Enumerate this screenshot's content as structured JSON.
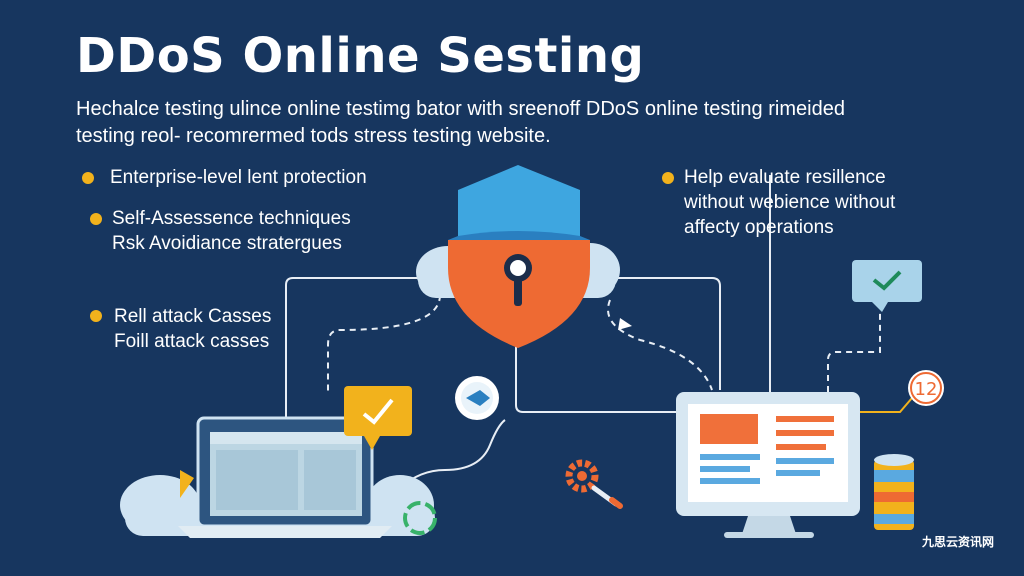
{
  "header": {
    "title": "DDoS Online Sesting",
    "intro_line1": "Hechalce testing ulince online testimg bator with sreenoff DDoS online testing rimeided",
    "intro_line2": "testing reol- recomrermed tods stress testing website."
  },
  "bullets": {
    "left_1": [
      "Enterprise-level lent protection"
    ],
    "left_2": [
      "Self-Assessence techniques",
      "Rsk Avoidiance stratergues"
    ],
    "left_3": [
      "Rell attack Casses",
      "Foill attack casses"
    ],
    "right_1": [
      "Help evaluate resillence",
      "without webience without",
      "affecty operations"
    ]
  },
  "badge": {
    "number": "12"
  },
  "watermark": "九思云资讯网",
  "colors": {
    "background": "#17365f",
    "accent_yellow": "#f2b21c",
    "shield_orange": "#ee6a33",
    "shield_blue": "#3ea6e0",
    "cloud": "#cfe3f2",
    "screen": "#a8c7d8",
    "monitor_orange": "#f0703a",
    "monitor_blue": "#5aa9e0"
  },
  "icons": [
    "shield-lock-icon",
    "cloud-icon",
    "laptop-icon",
    "monitor-icon",
    "chat-check-icon",
    "gear-icon",
    "database-icon",
    "compass-icon",
    "refresh-icon"
  ]
}
